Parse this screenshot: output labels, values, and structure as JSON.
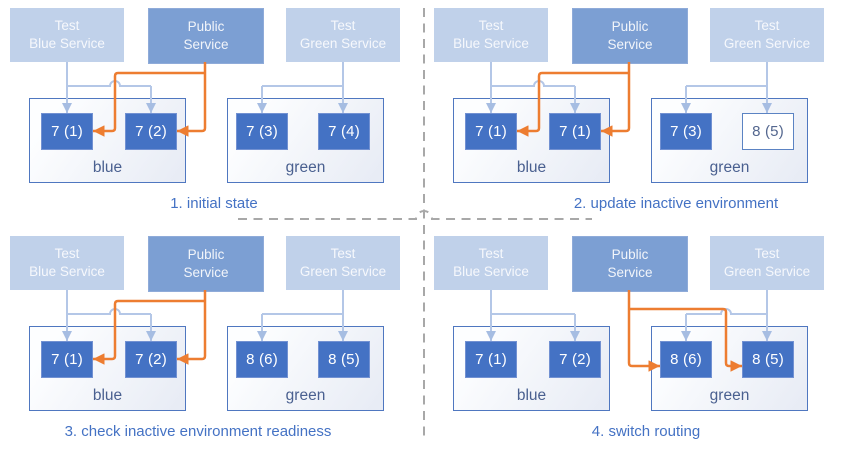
{
  "colors": {
    "pod_fill": "#4472c4",
    "test_service_fill": "#c0d1ea",
    "public_service_fill": "#7c9fd3",
    "connector_test": "#b4c7e7",
    "connector_public": "#ed7d31",
    "env_border": "#4f77c0",
    "caption_text": "#4472c4",
    "env_label_text": "#4a6090",
    "divider_dash": "#a8a8a8"
  },
  "panels": [
    {
      "caption": "1. initial state",
      "public_route": "blue",
      "services": [
        {
          "line1": "Test",
          "line2": "Blue Service"
        },
        {
          "line1": "Public",
          "line2": "Service"
        },
        {
          "line1": "Test",
          "line2": "Green Service"
        }
      ],
      "environments": [
        {
          "name": "blue",
          "pods": [
            {
              "label": "7 (1)",
              "filled": true
            },
            {
              "label": "7 (2)",
              "filled": true
            }
          ]
        },
        {
          "name": "green",
          "pods": [
            {
              "label": "7 (3)",
              "filled": true
            },
            {
              "label": "7 (4)",
              "filled": true
            }
          ]
        }
      ]
    },
    {
      "caption": "2. update inactive environment",
      "public_route": "blue",
      "services": [
        {
          "line1": "Test",
          "line2": "Blue Service"
        },
        {
          "line1": "Public",
          "line2": "Service"
        },
        {
          "line1": "Test",
          "line2": "Green Service"
        }
      ],
      "environments": [
        {
          "name": "blue",
          "pods": [
            {
              "label": "7 (1)",
              "filled": true
            },
            {
              "label": "7 (1)",
              "filled": true
            }
          ]
        },
        {
          "name": "green",
          "pods": [
            {
              "label": "7 (3)",
              "filled": true
            },
            {
              "label": "8 (5)",
              "filled": false
            }
          ]
        }
      ]
    },
    {
      "caption": "3. check inactive environment readiness",
      "public_route": "blue",
      "services": [
        {
          "line1": "Test",
          "line2": "Blue Service"
        },
        {
          "line1": "Public",
          "line2": "Service"
        },
        {
          "line1": "Test",
          "line2": "Green Service"
        }
      ],
      "environments": [
        {
          "name": "blue",
          "pods": [
            {
              "label": "7 (1)",
              "filled": true
            },
            {
              "label": "7 (2)",
              "filled": true
            }
          ]
        },
        {
          "name": "green",
          "pods": [
            {
              "label": "8 (6)",
              "filled": true
            },
            {
              "label": "8 (5)",
              "filled": true
            }
          ]
        }
      ]
    },
    {
      "caption": "4. switch routing",
      "public_route": "green",
      "services": [
        {
          "line1": "Test",
          "line2": "Blue Service"
        },
        {
          "line1": "Public",
          "line2": "Service"
        },
        {
          "line1": "Test",
          "line2": "Green Service"
        }
      ],
      "environments": [
        {
          "name": "blue",
          "pods": [
            {
              "label": "7 (1)",
              "filled": true
            },
            {
              "label": "7 (2)",
              "filled": true
            }
          ]
        },
        {
          "name": "green",
          "pods": [
            {
              "label": "8 (6)",
              "filled": true
            },
            {
              "label": "8 (5)",
              "filled": true
            }
          ]
        }
      ]
    }
  ]
}
